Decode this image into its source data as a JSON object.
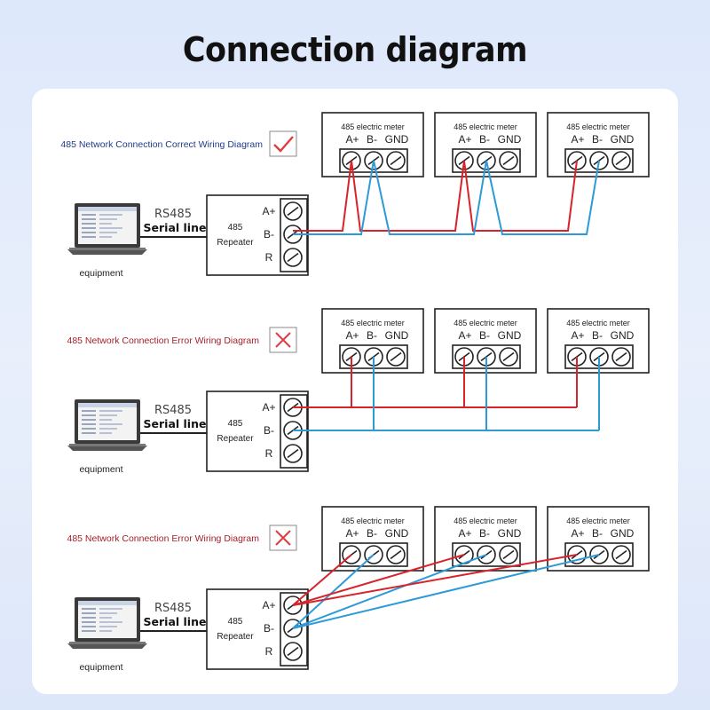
{
  "title": "Connection diagram",
  "sections": [
    {
      "label": "485 Network Connection Correct Wiring Diagram",
      "status": "correct",
      "status_icon": "check-icon"
    },
    {
      "label": "485 Network Connection Error Wiring Diagram",
      "status": "error",
      "status_icon": "cross-icon"
    },
    {
      "label": "485 Network Connection Error Wiring Diagram",
      "status": "error",
      "status_icon": "cross-icon"
    }
  ],
  "meter": {
    "label": "485 electric meter",
    "terminals": [
      "A+",
      "B-",
      "GND"
    ]
  },
  "repeater": {
    "line1": "485",
    "line2": "Repeater",
    "terminals": [
      "A+",
      "B-",
      "R"
    ]
  },
  "link": {
    "protocol": "RS485",
    "cable": "Serial line"
  },
  "device": {
    "label": "equipment",
    "icon": "laptop-icon"
  },
  "colors": {
    "a_wire": "#d8232a",
    "b_wire": "#2d9ad8",
    "correct": "#1f3c88",
    "error": "#a8202a"
  }
}
